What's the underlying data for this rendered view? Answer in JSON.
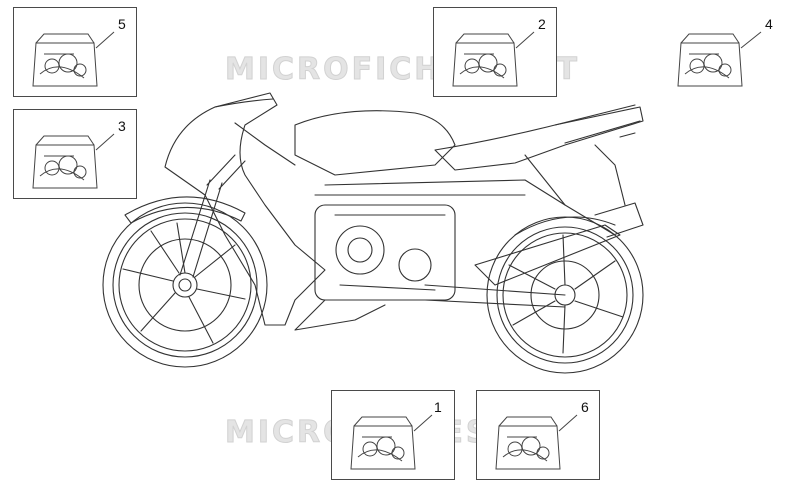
{
  "watermark_text": "MICROFICHES.NET",
  "part_icon": "decal-sheet-icon",
  "parts": [
    {
      "number": "5"
    },
    {
      "number": "2"
    },
    {
      "number": "4"
    },
    {
      "number": "3"
    },
    {
      "number": "1"
    },
    {
      "number": "6"
    }
  ],
  "colors": {
    "line": "#4a4a4a",
    "watermark": "#e4e4e4"
  }
}
